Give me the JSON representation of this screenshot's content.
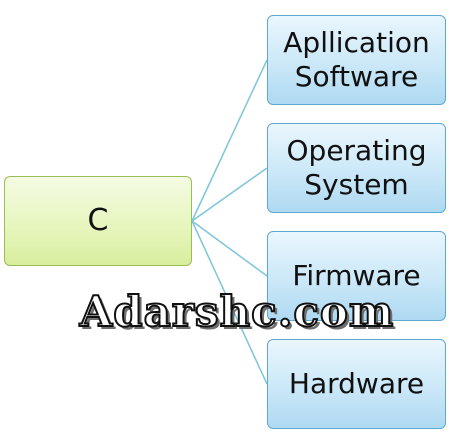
{
  "diagram": {
    "root": {
      "label": "C"
    },
    "children": [
      {
        "label": "Apllication Software"
      },
      {
        "label": "Operating System"
      },
      {
        "label": "Firmware"
      },
      {
        "label": "Hardware"
      }
    ]
  },
  "watermark": {
    "text": "Adarshc.com"
  },
  "colors": {
    "root_fill": "#e7f6bf",
    "root_border": "#9bbd57",
    "child_fill": "#cbe8f8",
    "child_border": "#5fa9cf",
    "connector": "#7cc5da"
  }
}
